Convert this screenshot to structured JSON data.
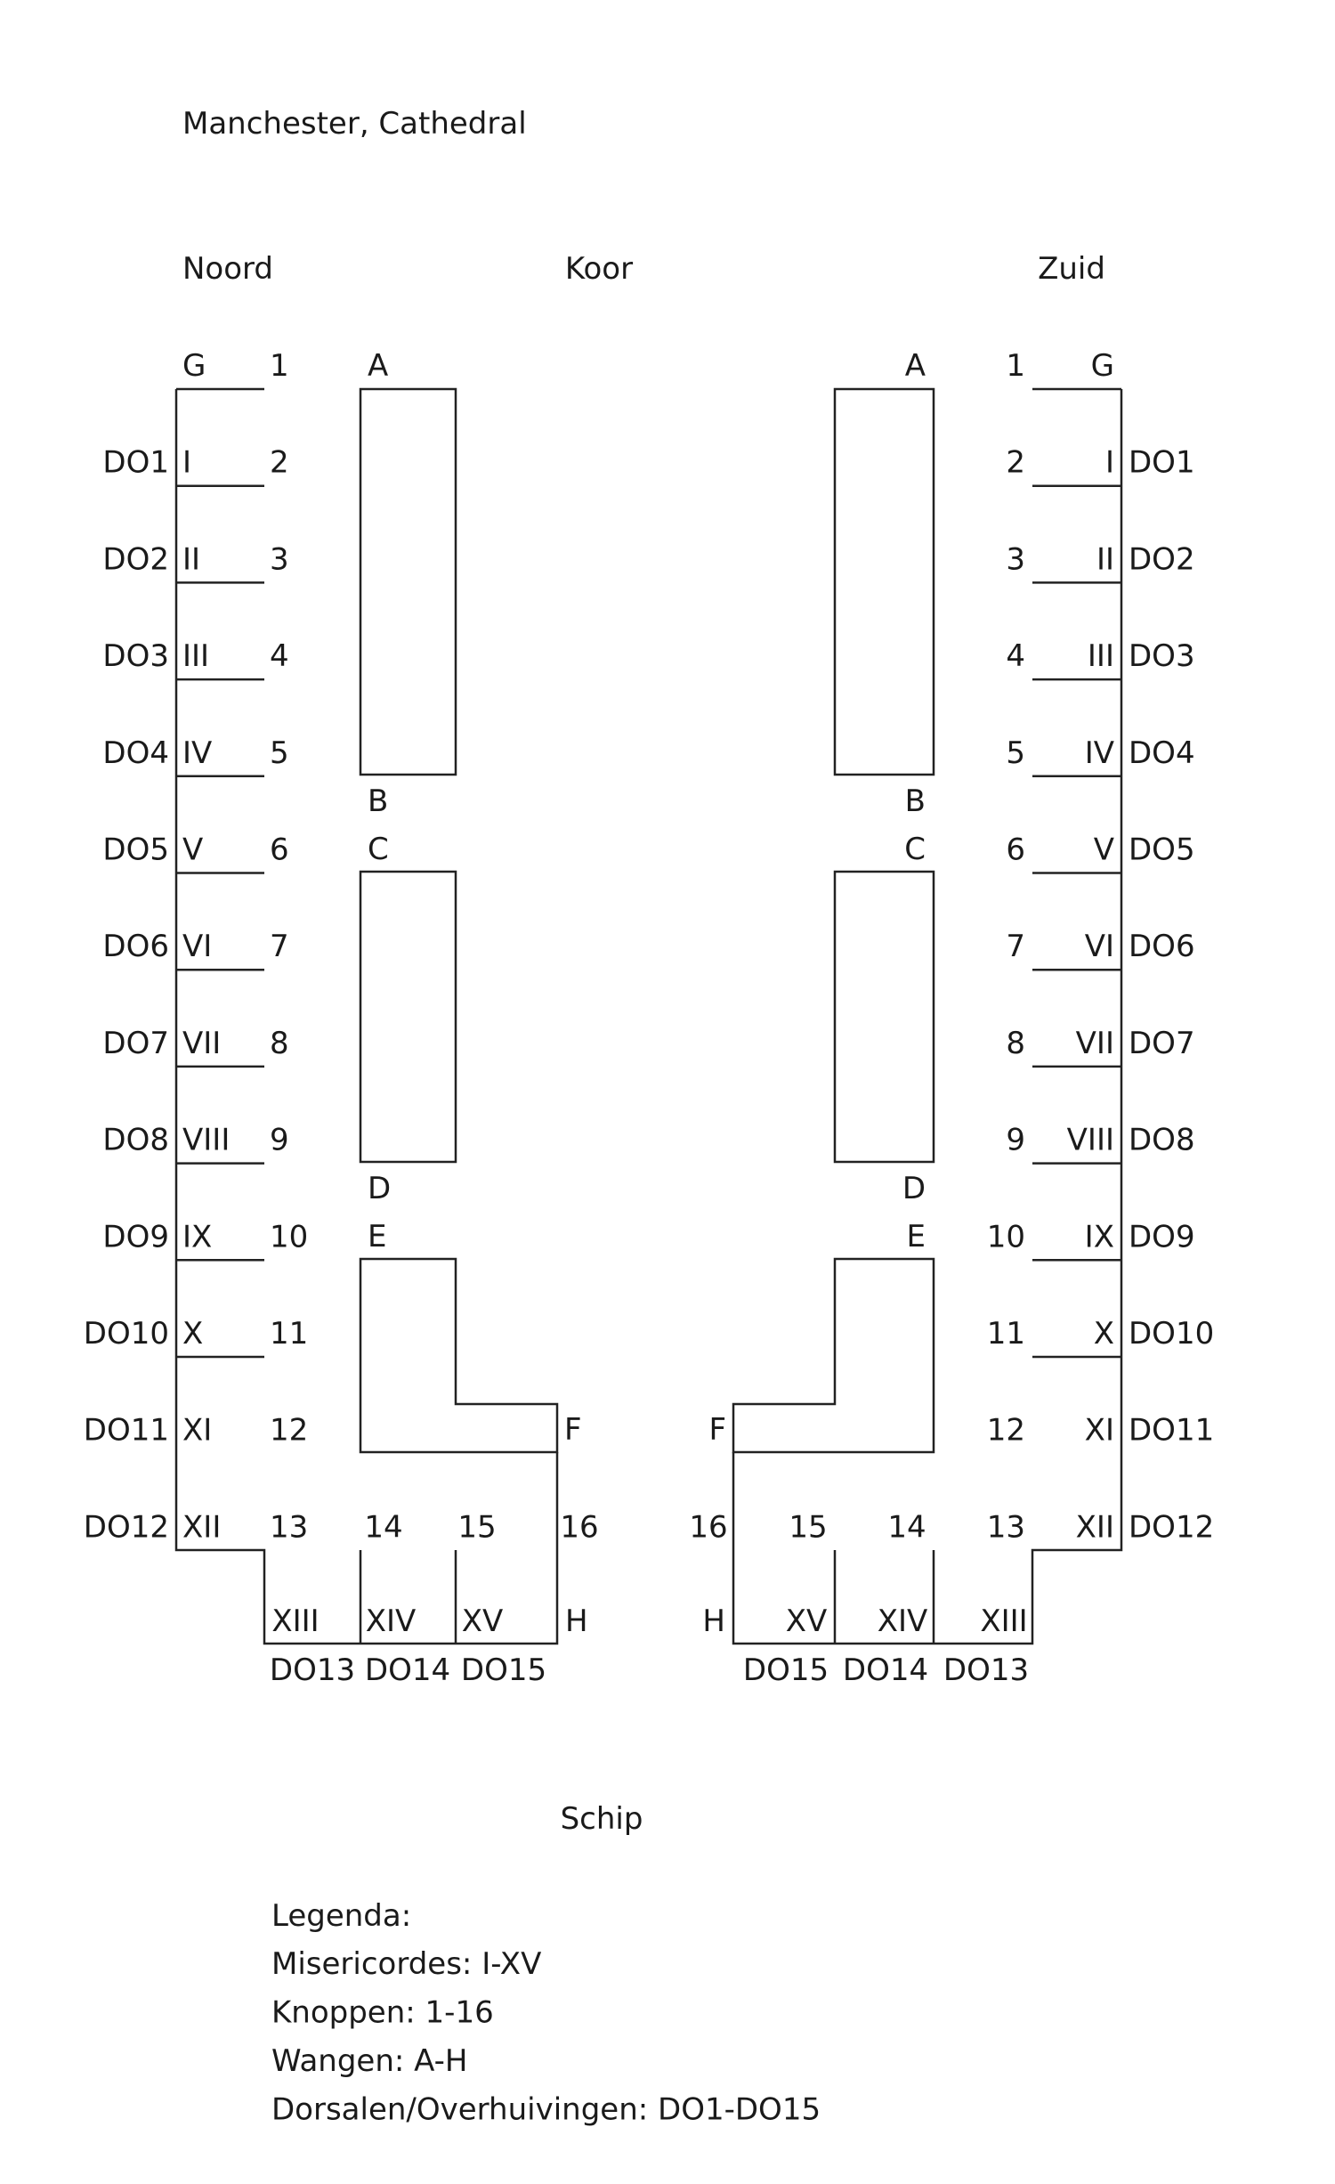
{
  "title": "Manchester, Cathedral",
  "headings": {
    "north": "Noord",
    "choir": "Koor",
    "south": "Zuid",
    "nave": "Schip"
  },
  "misericordes": [
    "I",
    "II",
    "III",
    "IV",
    "V",
    "VI",
    "VII",
    "VIII",
    "IX",
    "X",
    "XI",
    "XII",
    "XIII",
    "XIV",
    "XV"
  ],
  "knoppen": [
    "1",
    "2",
    "3",
    "4",
    "5",
    "6",
    "7",
    "8",
    "9",
    "10",
    "11",
    "12",
    "13",
    "14",
    "15",
    "16"
  ],
  "wangen": [
    "A",
    "B",
    "C",
    "D",
    "E",
    "F",
    "G",
    "H"
  ],
  "dorsalen": [
    "DO1",
    "DO2",
    "DO3",
    "DO4",
    "DO5",
    "DO6",
    "DO7",
    "DO8",
    "DO9",
    "DO10",
    "DO11",
    "DO12",
    "DO13",
    "DO14",
    "DO15"
  ],
  "legend": {
    "heading": "Legenda:",
    "items": [
      "Misericordes: I-XV",
      "Knoppen: 1-16",
      "Wangen: A-H",
      "Dorsalen/Overhuivingen: DO1-DO15"
    ]
  }
}
